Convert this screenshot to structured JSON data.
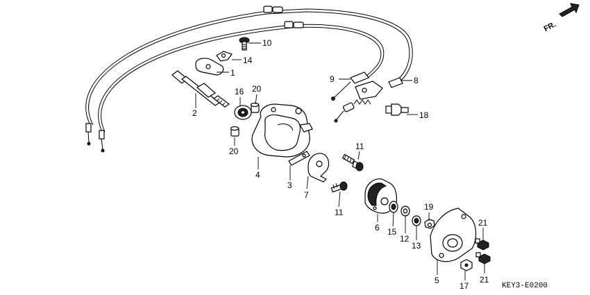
{
  "diagram": {
    "code": "KEY3-E0200",
    "direction": "FR.",
    "callouts": [
      {
        "id": "c10",
        "text": "10"
      },
      {
        "id": "c14",
        "text": "14"
      },
      {
        "id": "c1",
        "text": "1"
      },
      {
        "id": "c16",
        "text": "16"
      },
      {
        "id": "c20a",
        "text": "20"
      },
      {
        "id": "c2",
        "text": "2"
      },
      {
        "id": "c20b",
        "text": "20"
      },
      {
        "id": "c4",
        "text": "4"
      },
      {
        "id": "c3",
        "text": "3"
      },
      {
        "id": "c7",
        "text": "7"
      },
      {
        "id": "c9",
        "text": "9"
      },
      {
        "id": "c8",
        "text": "8"
      },
      {
        "id": "c18",
        "text": "18"
      },
      {
        "id": "c11a",
        "text": "11"
      },
      {
        "id": "c11b",
        "text": "11"
      },
      {
        "id": "c6",
        "text": "6"
      },
      {
        "id": "c15",
        "text": "15"
      },
      {
        "id": "c12",
        "text": "12"
      },
      {
        "id": "c13",
        "text": "13"
      },
      {
        "id": "c19",
        "text": "19"
      },
      {
        "id": "c21a",
        "text": "21"
      },
      {
        "id": "c21b",
        "text": "21"
      },
      {
        "id": "c5",
        "text": "5"
      },
      {
        "id": "c17",
        "text": "17"
      }
    ]
  }
}
